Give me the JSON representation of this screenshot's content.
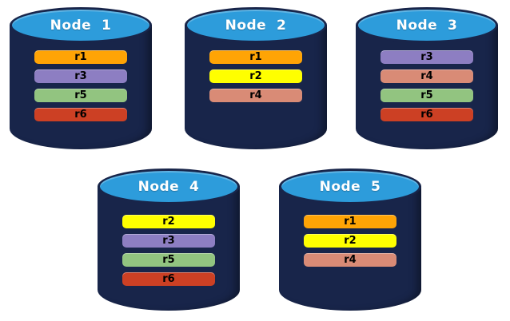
{
  "diagram": {
    "description": "Five database node cylinders holding replica bars",
    "colors": {
      "cylinder_body": "#18254A",
      "cylinder_top": "#2D9CDB",
      "replica_r1": "#FFA405",
      "replica_r2": "#FFFF00",
      "replica_r3": "#8D7EC2",
      "replica_r4": "#D98B76",
      "replica_r5": "#92C480",
      "replica_r6": "#CC4024"
    }
  },
  "nodes": [
    {
      "label": "Node  1",
      "replicas": [
        {
          "label": "r1",
          "color": "#FFA405"
        },
        {
          "label": "r3",
          "color": "#8D7EC2"
        },
        {
          "label": "r5",
          "color": "#92C480"
        },
        {
          "label": "r6",
          "color": "#CC4024"
        }
      ]
    },
    {
      "label": "Node  2",
      "replicas": [
        {
          "label": "r1",
          "color": "#FFA405"
        },
        {
          "label": "r2",
          "color": "#FFFF00"
        },
        {
          "label": "r4",
          "color": "#D98B76"
        }
      ]
    },
    {
      "label": "Node  3",
      "replicas": [
        {
          "label": "r3",
          "color": "#8D7EC2"
        },
        {
          "label": "r4",
          "color": "#D98B76"
        },
        {
          "label": "r5",
          "color": "#92C480"
        },
        {
          "label": "r6",
          "color": "#CC4024"
        }
      ]
    },
    {
      "label": "Node  4",
      "replicas": [
        {
          "label": "r2",
          "color": "#FFFF00"
        },
        {
          "label": "r3",
          "color": "#8D7EC2"
        },
        {
          "label": "r5",
          "color": "#92C480"
        },
        {
          "label": "r6",
          "color": "#CC4024"
        }
      ]
    },
    {
      "label": "Node  5",
      "replicas": [
        {
          "label": "r1",
          "color": "#FFA405"
        },
        {
          "label": "r2",
          "color": "#FFFF00"
        },
        {
          "label": "r4",
          "color": "#D98B76"
        }
      ]
    }
  ]
}
